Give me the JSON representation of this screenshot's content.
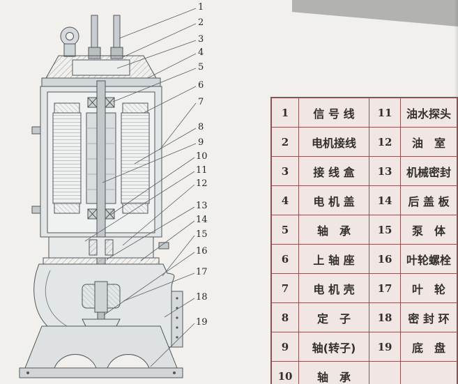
{
  "colors": {
    "page_bg": "#f1f0ec",
    "table_bg": "#f0e7e5",
    "table_border": "#8a5252",
    "drawing_line": "#4e555a",
    "scan_corner": "#b2b3af"
  },
  "callouts": [
    "1",
    "2",
    "3",
    "4",
    "5",
    "6",
    "7",
    "8",
    "9",
    "10",
    "11",
    "12",
    "13",
    "14",
    "15",
    "16",
    "17",
    "18",
    "19"
  ],
  "table": {
    "rows": [
      {
        "n1": "1",
        "t1": "信 号 线",
        "n2": "11",
        "t2": "油水探头"
      },
      {
        "n1": "2",
        "t1": "电机接线",
        "n2": "12",
        "t2": "油　室"
      },
      {
        "n1": "3",
        "t1": "接 线 盒",
        "n2": "13",
        "t2": "机械密封"
      },
      {
        "n1": "4",
        "t1": "电 机 盖",
        "n2": "14",
        "t2": "后 盖 板"
      },
      {
        "n1": "5",
        "t1": "轴　承",
        "n2": "15",
        "t2": "泵　体"
      },
      {
        "n1": "6",
        "t1": "上 轴 座",
        "n2": "16",
        "t2": "叶轮螺栓"
      },
      {
        "n1": "7",
        "t1": "电 机 壳",
        "n2": "17",
        "t2": "叶　轮"
      },
      {
        "n1": "8",
        "t1": "定　子",
        "n2": "18",
        "t2": "密 封 环"
      },
      {
        "n1": "9",
        "t1": "轴(转子)",
        "n2": "19",
        "t2": "底　盘"
      },
      {
        "n1": "10",
        "t1": "轴　承",
        "n2": "",
        "t2": ""
      }
    ]
  }
}
